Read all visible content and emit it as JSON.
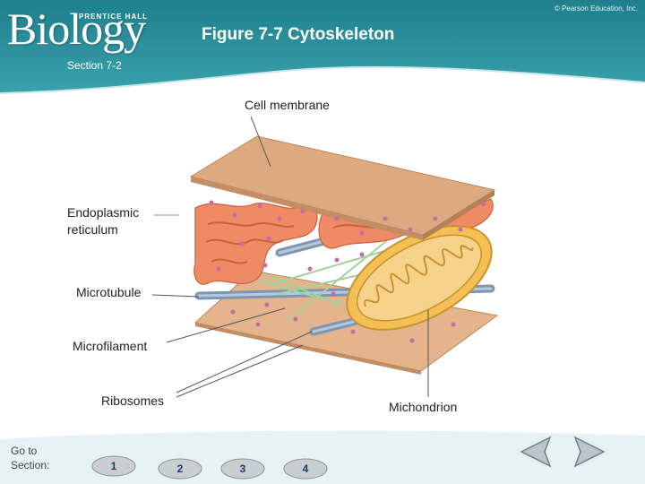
{
  "header": {
    "brand": "Biology",
    "publisher": "PRENTICE HALL",
    "copyright": "© Pearson Education, Inc.",
    "figure_title": "Figure 7-7 Cytoskeleton",
    "section": "Section 7-2"
  },
  "labels": {
    "cell_membrane": "Cell membrane",
    "er_line1": "Endoplasmic",
    "er_line2": "reticulum",
    "microtubule": "Microtubule",
    "microfilament": "Microfilament",
    "ribosomes": "Ribosomes",
    "mitochondrion": "Michondrion"
  },
  "footer": {
    "goto_line1": "Go to",
    "goto_line2": "Section:",
    "section_buttons": [
      "1",
      "2",
      "3",
      "4"
    ]
  },
  "colors": {
    "header_teal": "#2b8e9a",
    "membrane": "#dca77c",
    "er_salmon": "#ef8a66",
    "mito_yellow": "#f5c25a",
    "tube_blue": "#8fa9c3",
    "filament_green": "#a8d8a0",
    "ribosome_pink": "#c66aa8"
  },
  "icons": {
    "prev": "left-arrow-icon",
    "next": "right-arrow-icon"
  }
}
